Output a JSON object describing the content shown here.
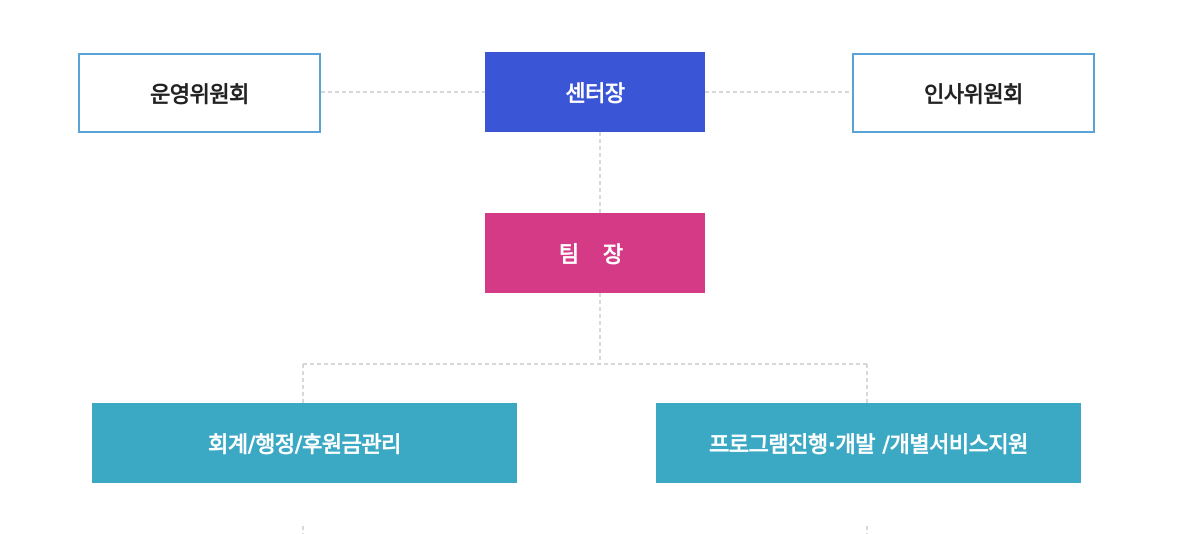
{
  "org_chart": {
    "director": "센터장",
    "committee_left": "운영위원회",
    "committee_right": "인사위원회",
    "team_lead": "팀 장",
    "departments": [
      "회계/행정/후원금관리",
      "프로그램진행·개발 /개별서비스지원"
    ],
    "colors": {
      "director": "#3a55d6",
      "team_lead": "#d43a86",
      "department": "#3ba8c4",
      "committee_border": "#5aa3d6",
      "connector": "#cccccc"
    }
  }
}
